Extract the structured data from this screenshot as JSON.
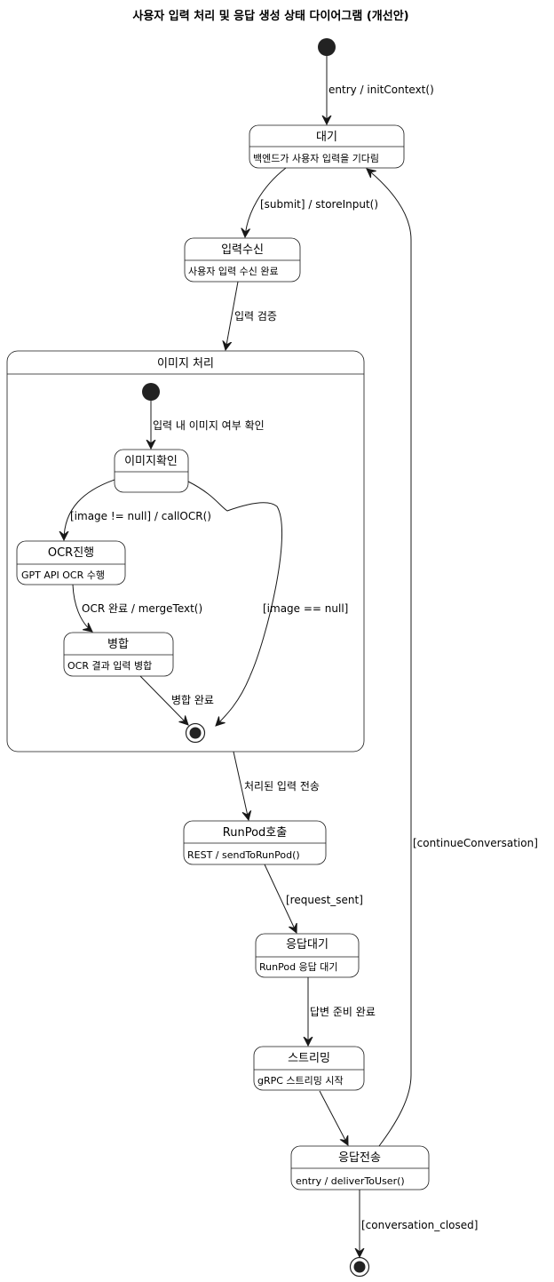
{
  "title": "사용자 입력 처리 및 응답 생성 상태 다이어그램 (개선안)",
  "states": {
    "waiting": {
      "name": "대기",
      "desc": "백엔드가 사용자 입력을 기다림"
    },
    "input_received": {
      "name": "입력수신",
      "desc": "사용자 입력 수신 완료"
    },
    "image_processing": {
      "name": "이미지 처리",
      "substates": {
        "image_check": {
          "name": "이미지확인",
          "desc": ""
        },
        "ocr": {
          "name": "OCR진행",
          "desc": "GPT API OCR 수행"
        },
        "merge": {
          "name": "병합",
          "desc": "OCR 결과 입력 병합"
        }
      }
    },
    "runpod_call": {
      "name": "RunPod호출",
      "desc": "REST / sendToRunPod()"
    },
    "await_response": {
      "name": "응답대기",
      "desc": "RunPod 응답 대기"
    },
    "streaming": {
      "name": "스트리밍",
      "desc": "gRPC 스트리밍 시작"
    },
    "send_response": {
      "name": "응답전송",
      "desc": "entry / deliverToUser()"
    }
  },
  "transitions": {
    "start_to_waiting": "entry / initContext()",
    "waiting_to_input": "[submit] / storeInput()",
    "input_to_image": "입력 검증",
    "inner_start_to_check": "입력 내 이미지 여부 확인",
    "check_to_ocr": "[image != null] / callOCR()",
    "check_to_end": "[image == null]",
    "ocr_to_merge": "OCR 완료 / mergeText()",
    "merge_to_end": "병합 완료",
    "image_to_runpod": "처리된 입력 전송",
    "runpod_to_await": "[request_sent]",
    "await_to_streaming": "답변 준비 완료",
    "streaming_to_send": "",
    "send_to_waiting": "[continueConversation]",
    "send_to_end": "[conversation_closed]"
  }
}
